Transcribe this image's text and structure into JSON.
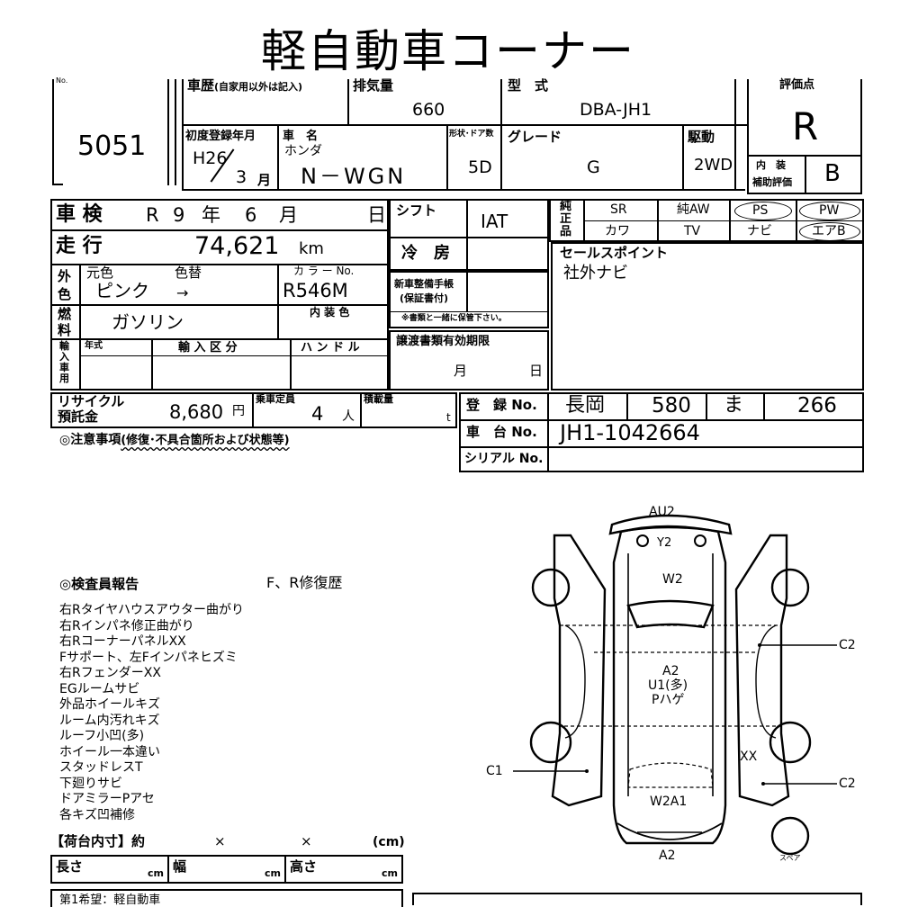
{
  "header": {
    "title": "軽自動車コーナー"
  },
  "top": {
    "no_label": "No.",
    "lot_no": "5051",
    "history_label": "車歴",
    "history_note": "(自家用以外は記入)",
    "displacement_label": "排気量",
    "displacement": "660",
    "model_label": "型　式",
    "model": "DBA-JH1",
    "score_label": "評価点",
    "score": "R",
    "first_reg_label": "初度登録年月",
    "first_reg_era": "H26",
    "first_reg_month": "3",
    "month_unit": "月",
    "car_name_label": "車　名",
    "maker": "ホンダ",
    "car_name": "N－WGN",
    "shape_label": "形状･ドア数",
    "doors": "5D",
    "grade_label": "グレード",
    "grade": "G",
    "drive_label": "駆動",
    "drive": "2WD",
    "interior_label_1": "内　装",
    "interior_label_2": "補助評価",
    "interior_score": "B"
  },
  "left": {
    "inspection_label": "車 検",
    "inspection_era": "R",
    "inspection_year": "9",
    "year_unit": "年",
    "inspection_month": "6",
    "month_unit": "月",
    "day_unit": "日",
    "mileage_label": "走 行",
    "mileage": "74,621",
    "mileage_unit": "km",
    "ext_color_label": "外色",
    "orig_color_label": "元色",
    "repaint_label": "色替",
    "orig_color": "ピンク",
    "arrow": "→",
    "color_no_label": "カ ラ ー No.",
    "color_no": "R546M",
    "fuel_label": "燃料",
    "fuel": "ガソリン",
    "int_color_label": "内 装 色",
    "import_label": "輸入車用",
    "import_year_label": "年式",
    "import_type_label": "輸 入 区 分",
    "handle_label": "ハ ン ド ル",
    "recycle_label_1": "リサイクル",
    "recycle_label_2": "預託金",
    "recycle_amount": "8,680",
    "yen": "円",
    "capacity_label": "乗車定員",
    "capacity": "4",
    "person_unit": "人",
    "load_label": "積載量",
    "load_unit": "t",
    "notes_label": "◎注意事項",
    "notes_sub": "(修復･不具合箇所および状態等)"
  },
  "mid": {
    "shift_label": "シフト",
    "shift": "IAT",
    "ac_label": "冷　房",
    "warranty_label_1": "新車整備手帳",
    "warranty_label_2": "(保証書付)",
    "warranty_note": "※書類と一緒に保管下さい。",
    "transfer_label": "譲渡書類有効期限",
    "month_unit": "月",
    "day_unit": "日"
  },
  "equip": {
    "label": "純正品",
    "sr": "SR",
    "aw": "純AW",
    "ps": "PS",
    "pw": "PW",
    "leather": "カワ",
    "tv": "TV",
    "navi": "ナビ",
    "airbag": "エアB"
  },
  "sales": {
    "label": "セールスポイント",
    "text": "社外ナビ"
  },
  "reg": {
    "plate_label": "登　録 No.",
    "plate_area": "長岡",
    "plate_class": "580",
    "plate_kana": "ま",
    "plate_num": "266",
    "chassis_label": "車　台 No.",
    "chassis": "JH1-1042664",
    "serial_label": "シリアル No."
  },
  "report": {
    "label": "◎検査員報告",
    "repair": "F、R修復歴",
    "items": [
      "右Rタイヤハウスアウター曲がり",
      "右Rインパネ修正曲がり",
      "右RコーナーパネルXX",
      "Fサポート、左Fインパネヒズミ",
      "右RフェンダーXX",
      "EGルームサビ",
      "外品ホイールキズ",
      "ルーム内汚れキズ",
      "ルーフ小凹(多)",
      "ホイール一本違い",
      "スタッドレスT",
      "下廻りサビ",
      "ドアミラーPアセ",
      "各キズ凹補修"
    ]
  },
  "cargo": {
    "label": "【荷台内寸】約",
    "x1": "×",
    "x2": "×",
    "unit": "(cm)",
    "length_label": "長さ",
    "width_label": "幅",
    "height_label": "高さ",
    "cm": "cm",
    "owner_partial": "第1希望：軽自動車"
  },
  "diagram": {
    "au2": "AU2",
    "y2": "Y2",
    "w2": "W2",
    "c2a": "C2",
    "a2mid": "A2",
    "u1": "U1(多)",
    "phage": "Pハゲ",
    "xx": "XX",
    "c1": "C1",
    "c2b": "C2",
    "w2a1": "W2A1",
    "a2bot": "A2",
    "spare": "スペア"
  }
}
